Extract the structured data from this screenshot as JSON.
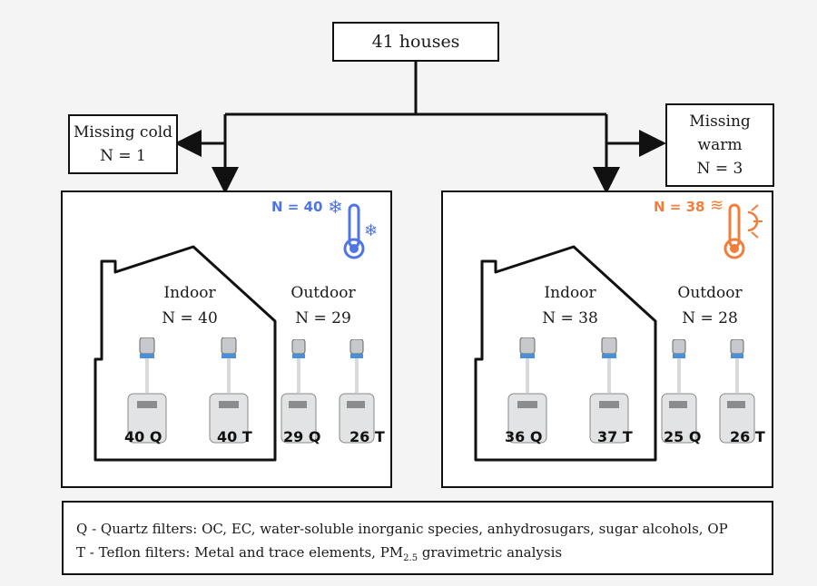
{
  "top": {
    "label": "41 houses"
  },
  "missing_cold": {
    "line1": "Missing cold",
    "line2": "N = 1"
  },
  "missing_warm": {
    "line1": "Missing",
    "line2": "warm",
    "line3": "N = 3"
  },
  "cold": {
    "n_badge": "N = 40",
    "badge_color": "#4f74e6",
    "indoor_label": "Indoor",
    "indoor_n": "N = 40",
    "outdoor_label": "Outdoor",
    "outdoor_n": "N = 29",
    "counts": [
      "40 Q",
      "40 T",
      "29 Q",
      "26 T"
    ]
  },
  "warm": {
    "n_badge": "N = 38",
    "badge_color": "#f07f3c",
    "indoor_label": "Indoor",
    "indoor_n": "N = 38",
    "outdoor_label": "Outdoor",
    "outdoor_n": "N = 28",
    "counts": [
      "36 Q",
      "37 T",
      "25 Q",
      "26 T"
    ]
  },
  "legend": {
    "q_line": "Q - Quartz filters: OC, EC, water-soluble inorganic species, anhydrosugars, sugar alcohols, OP",
    "t_line_pre": "T - Teflon filters: Metal and trace elements, PM",
    "t_line_sub": "2.5",
    "t_line_post": " gravimetric analysis"
  }
}
